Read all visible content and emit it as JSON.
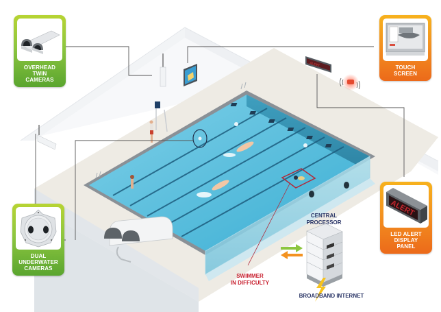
{
  "diagram": {
    "type": "isometric-system-illustration",
    "subject": "Swimming pool drowning-detection system"
  },
  "badges": {
    "overhead_cameras": {
      "label": "OVERHEAD\nTWIN\nCAMERAS",
      "color": "green",
      "icon": "overhead-twin-camera-icon"
    },
    "touch_screen": {
      "label": "TOUCH\nSCREEN",
      "color": "orange",
      "icon": "touch-screen-monitor-icon"
    },
    "underwater_cameras": {
      "label": "DUAL\nUNDERWATER\nCAMERAS",
      "color": "green",
      "icon": "dual-underwater-camera-icon"
    },
    "led_alert": {
      "label": "LED ALERT\nDISPLAY\nPANEL",
      "color": "orange",
      "icon": "led-alert-panel-icon",
      "panel_text": "ALERT"
    }
  },
  "captions": {
    "central_processor": "CENTRAL\nPROCESSOR",
    "swimmer_in_difficulty": "SWIMMER\nIN DIFFICULTY",
    "broadband_internet": "BROADBAND INTERNET"
  },
  "colors": {
    "badge_green": "#8dc63f",
    "badge_orange": "#f39220",
    "caption_navy": "#2a3566",
    "caption_red": "#c8202f",
    "pool_water": "#4fb8d8",
    "arrow_green": "#8dc63f",
    "arrow_orange": "#f39220",
    "lightning": "#f7c31d"
  }
}
